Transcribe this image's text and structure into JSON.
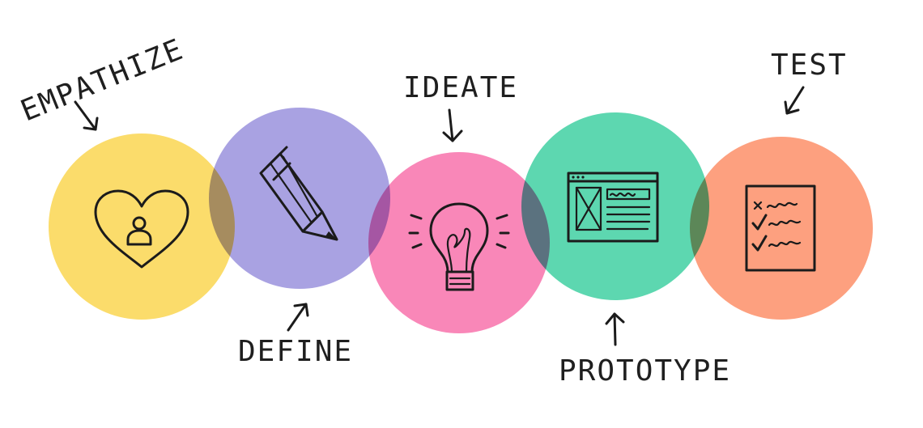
{
  "diagram": {
    "stages": [
      {
        "key": "empathize",
        "label": "EMPATHIZE",
        "color": "#fbdc6b",
        "icon": "heart-person-icon"
      },
      {
        "key": "define",
        "label": "DEFINE",
        "color": "#a9a2e2",
        "icon": "pencil-icon"
      },
      {
        "key": "ideate",
        "label": "IDEATE",
        "color": "#f987b8",
        "icon": "lightbulb-icon"
      },
      {
        "key": "prototype",
        "label": "PROTOTYPE",
        "color": "#5dd7b0",
        "icon": "browser-wireframe-icon"
      },
      {
        "key": "test",
        "label": "TEST",
        "color": "#fda07f",
        "icon": "checklist-icon"
      }
    ]
  }
}
